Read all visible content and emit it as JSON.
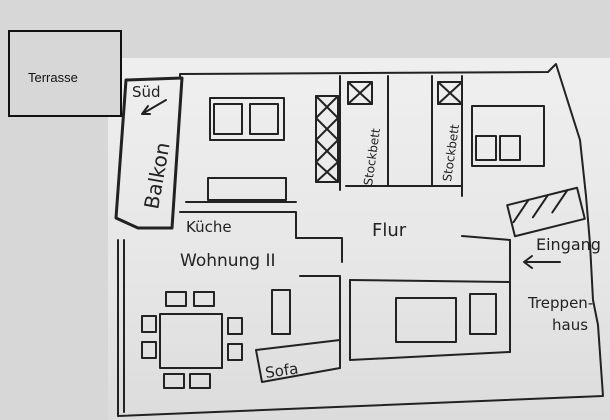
{
  "labels": {
    "terrasse": "Terrasse",
    "sued": "Süd",
    "balkon": "Balkon",
    "kueche": "Küche",
    "wohnung": "Wohnung II",
    "flur": "Flur",
    "stockbett_1": "Stockbett",
    "stockbett_2": "Stockbett",
    "eingang": "Eingang",
    "treppen": "Treppen-",
    "haus": "haus",
    "sofa": "Sofa"
  },
  "colors": {
    "ink": "#222222",
    "paper": "#ebebeb",
    "background": "#d7d7d7"
  }
}
